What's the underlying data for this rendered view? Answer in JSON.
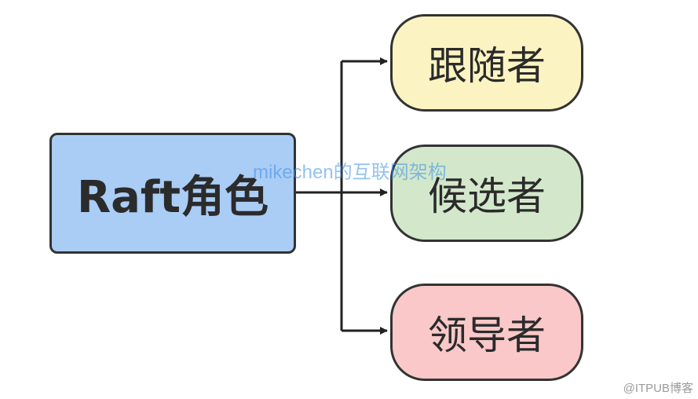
{
  "diagram": {
    "root": {
      "label": "Raft角色",
      "color": "#aacdf6"
    },
    "children": [
      {
        "label": "跟随者",
        "color": "#fbf4c2"
      },
      {
        "label": "候选者",
        "color": "#d3e8cb"
      },
      {
        "label": "领导者",
        "color": "#fac8c8"
      }
    ]
  },
  "watermark": "mikechen的互联网架构",
  "credit": "@ITPUB博客",
  "colors": {
    "border": "#333333",
    "connector": "#222222"
  }
}
